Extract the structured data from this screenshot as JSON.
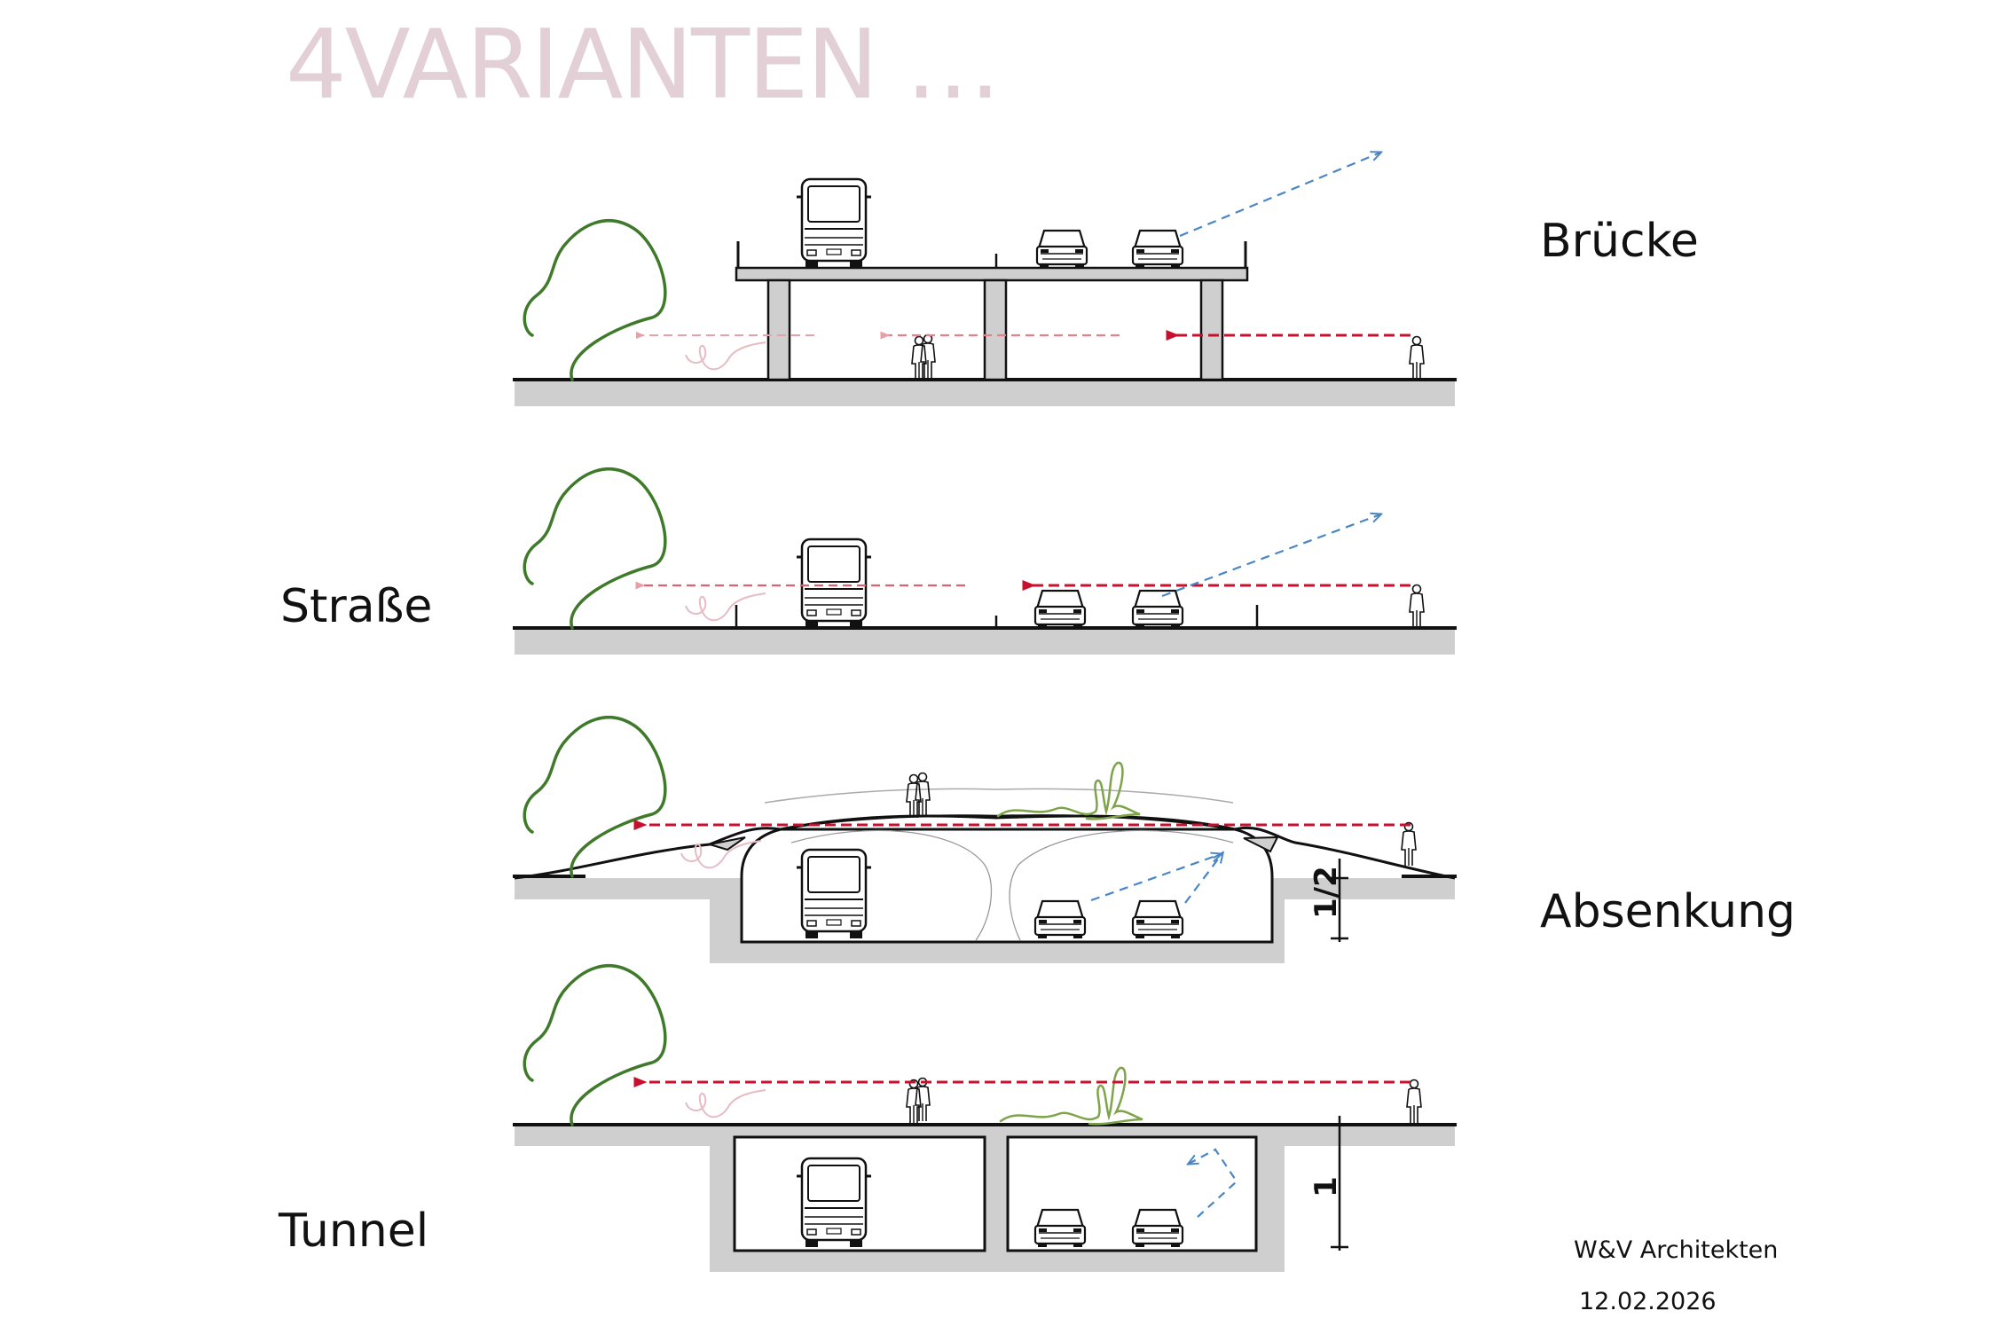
{
  "title": "4VARIANTEN …",
  "variants": [
    {
      "label": "Brücke"
    },
    {
      "label": "Straße"
    },
    {
      "label": "Absenkung",
      "dimension": "1/2"
    },
    {
      "label": "Tunnel",
      "dimension": "1"
    }
  ],
  "credits": {
    "office": "W&V Architekten",
    "date": "12.02.2026"
  },
  "colors": {
    "title": "#e3cfd6",
    "ground_fill": "#cfcfcf",
    "line": "#111111",
    "tree": "#3f7a2a",
    "grass": "#7ea44a",
    "pedestrian_path": "#c8102e",
    "pedestrian_path_faded": "#e8a0a8",
    "sightline": "#4a86c5"
  },
  "icons": [
    "tree-icon",
    "bus-icon",
    "car-icon",
    "pedestrian-icon"
  ]
}
